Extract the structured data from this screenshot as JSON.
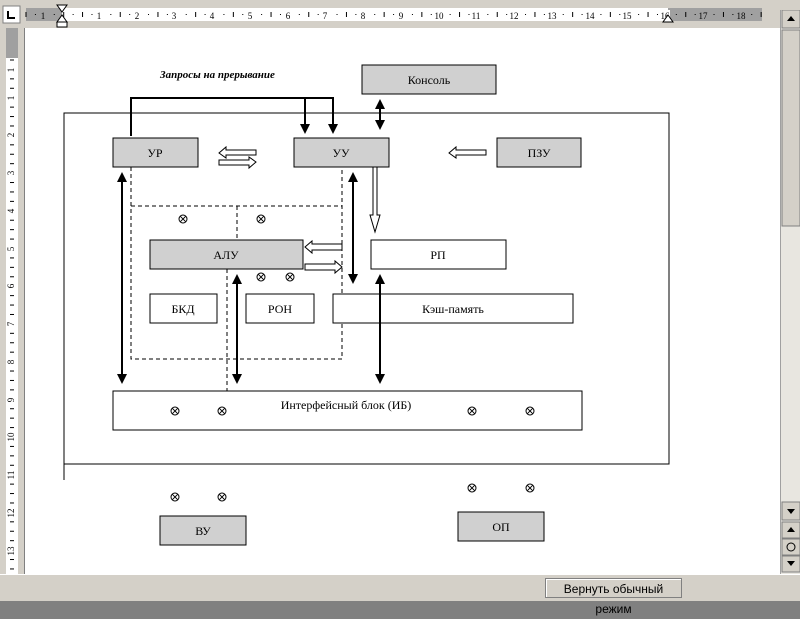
{
  "ruler": {
    "h_numbers": [
      "1",
      "1",
      "2",
      "3",
      "4",
      "5",
      "6",
      "7",
      "8",
      "9",
      "10",
      "11",
      "12",
      "13",
      "14",
      "15",
      "16",
      "17",
      "18"
    ],
    "v_numbers": [
      "1",
      "1",
      "2",
      "3",
      "4",
      "5",
      "6",
      "7",
      "8",
      "9",
      "10",
      "11",
      "12",
      "13"
    ]
  },
  "diagram": {
    "interrupt_label": "Запросы на прерывание",
    "console": "Консоль",
    "ur": "УР",
    "uu": "УУ",
    "pzu": "ПЗУ",
    "alu": "АЛУ",
    "rp": "РП",
    "bkd": "БКД",
    "ron": "РОН",
    "cache": "Кэш-память",
    "interface": "Интерфейсный блок (ИБ)",
    "vu": "ВУ",
    "op": "ОП"
  },
  "statusbar": {
    "return_button": "Вернуть обычный режим"
  },
  "colors": {
    "block_fill": "#d0d0d0",
    "page_bg": "#ffffff",
    "chrome": "#d4d0c8"
  }
}
